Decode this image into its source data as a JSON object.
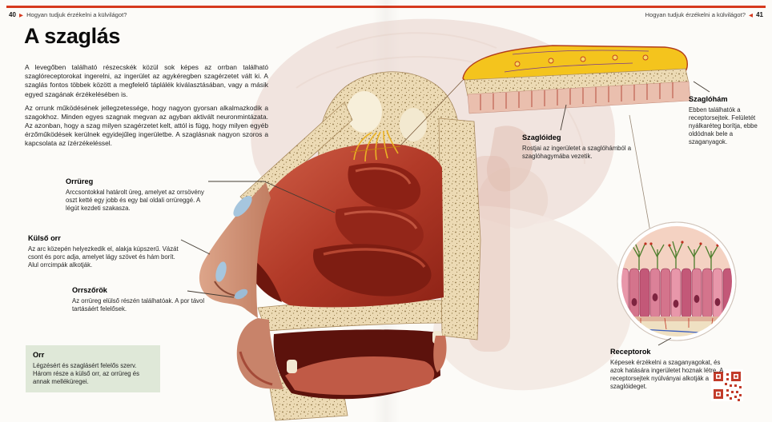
{
  "header": {
    "left": {
      "page": "40",
      "arrow": "▶",
      "title": "Hogyan tudjuk érzékelni a külvilágot?"
    },
    "right": {
      "page": "41",
      "arrow": "◀",
      "title": "Hogyan tudjuk érzékelni a külvilágot?"
    }
  },
  "article": {
    "title": "A szaglás",
    "paragraphs": [
      "A levegőben található részecskék közül sok képes az orrban található szaglóreceptorokat ingerelni, az ingerület az agykéregben szagérzetet vált ki. A szaglás fontos többek között a megfelelő táplálék kiválasztásában, vagy a másik egyed szagának érzékelésében is.",
      "Az orrunk működésének jellegzetessége, hogy nagyon gyorsan alkalmazkodik a szagokhoz. Minden egyes szagnak megvan az agyban aktivált neuronmintázata. Az azonban, hogy a szag milyen szagérzetet kelt, attól is függ, hogy milyen egyéb érzőműködések kerülnek egyidejűleg ingerületbe. A szaglásnak nagyon szoros a kapcsolata az ízérzékeléssel."
    ]
  },
  "callouts": [
    {
      "id": "orrureg",
      "title": "Orrüreg",
      "body": "Arccsontokkal határolt üreg, amelyet az orrsövény oszt ketté egy jobb és egy bal oldali orrüreggé. A légút kezdeti szakasza."
    },
    {
      "id": "kulso-orr",
      "title": "Külső orr",
      "body": "Az arc közepén helyezkedik el, alakja kúpszerű. Vázát csont és porc adja, amelyet lágy szövet és hám borít. Alul orrcimpák alkotják."
    },
    {
      "id": "orrszorok",
      "title": "Orrszőrök",
      "body": "Az orrüreg elülső részén találhatóak. A por távol tartásáért felelősek."
    },
    {
      "id": "orr",
      "title": "Orr",
      "body": "Légzésért és szaglásért felelős szerv. Három része a külső orr, az orrüreg és annak melléküregei."
    },
    {
      "id": "szagloideg",
      "title": "Szaglóideg",
      "body": "Rostjai az ingerületet a szaglóhámból a szaglóhagymába vezetik."
    },
    {
      "id": "szaglohm",
      "title": "Szaglóhám",
      "body": "Ebben találhatók a receptorsejtek. Felületét nyálkaréteg borítja, ebbe oldódnak bele a szaganyagok."
    },
    {
      "id": "receptorok",
      "title": "Receptorok",
      "body": "Képesek érzékelni a szaganyagokat, és azok hatására ingerületet hoznak létre. A receptorsejtek nyúlványai alkotják a szaglóideget."
    }
  ],
  "colors": {
    "accent_red": "#d6391e",
    "box_green": "#dfe8d8"
  }
}
